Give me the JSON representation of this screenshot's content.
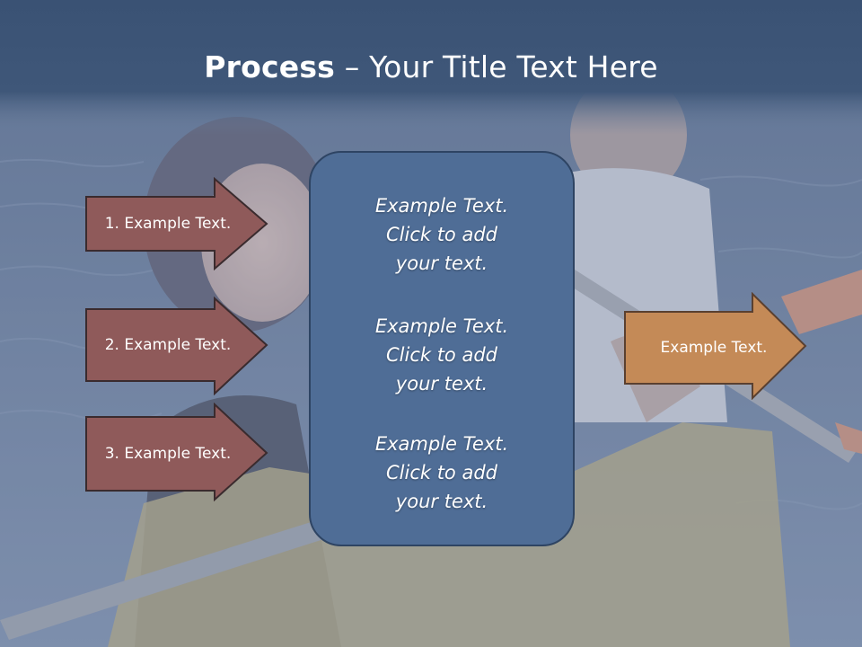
{
  "slide": {
    "title_bold": "Process",
    "title_rest": " – Your Title Text Here"
  },
  "left_steps": [
    {
      "label": "1. Example Text."
    },
    {
      "label": "2. Example Text."
    },
    {
      "label": "3. Example Text."
    }
  ],
  "center_items": [
    {
      "line1": "Example Text.",
      "line2": "Click  to add",
      "line3": "your text."
    },
    {
      "line1": "Example Text.",
      "line2": "Click  to add",
      "line3": "your text."
    },
    {
      "line1": "Example Text.",
      "line2": "Click  to add",
      "line3": "your text."
    }
  ],
  "right_step": {
    "label": "Example Text."
  },
  "colors": {
    "header": "#3a5274",
    "left_arrow": "#8f5a5a",
    "center_box": "#4f6d96",
    "right_arrow": "#c48a57"
  }
}
